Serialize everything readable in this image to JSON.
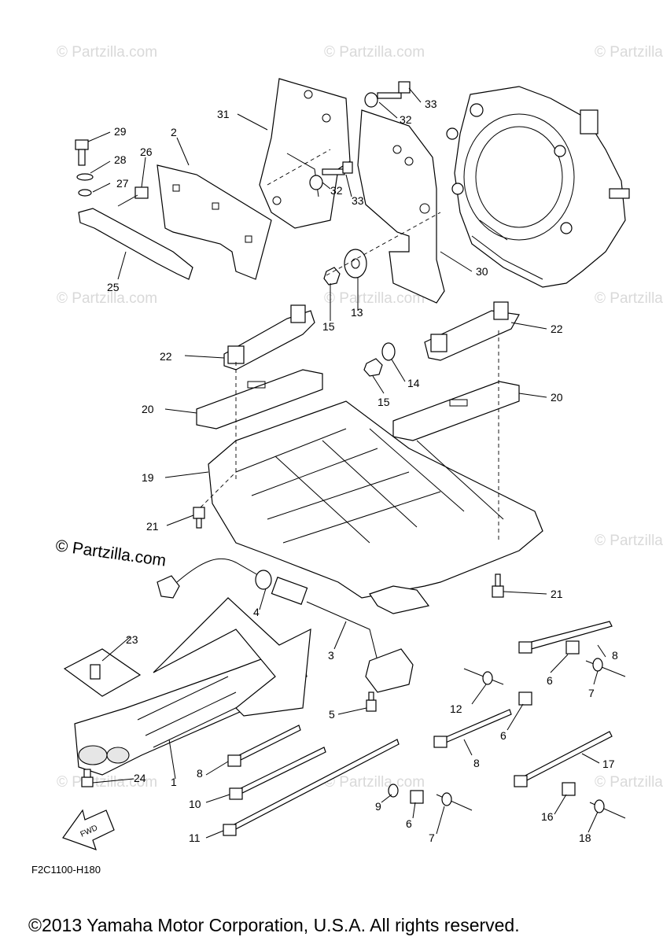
{
  "watermark": "© Partzilla.com",
  "figure_code": "F2C1100-H180",
  "fwd_label": "FWD",
  "copyright": "©2013 Yamaha Motor Corporation, U.S.A. All rights reserved.",
  "callouts": [
    "1",
    "2",
    "3",
    "4",
    "5",
    "6",
    "7",
    "8",
    "9",
    "10",
    "11",
    "12",
    "13",
    "14",
    "15",
    "16",
    "17",
    "18",
    "19",
    "20",
    "21",
    "22",
    "23",
    "24",
    "25",
    "26",
    "27",
    "28",
    "29",
    "30",
    "31",
    "32",
    "33"
  ]
}
